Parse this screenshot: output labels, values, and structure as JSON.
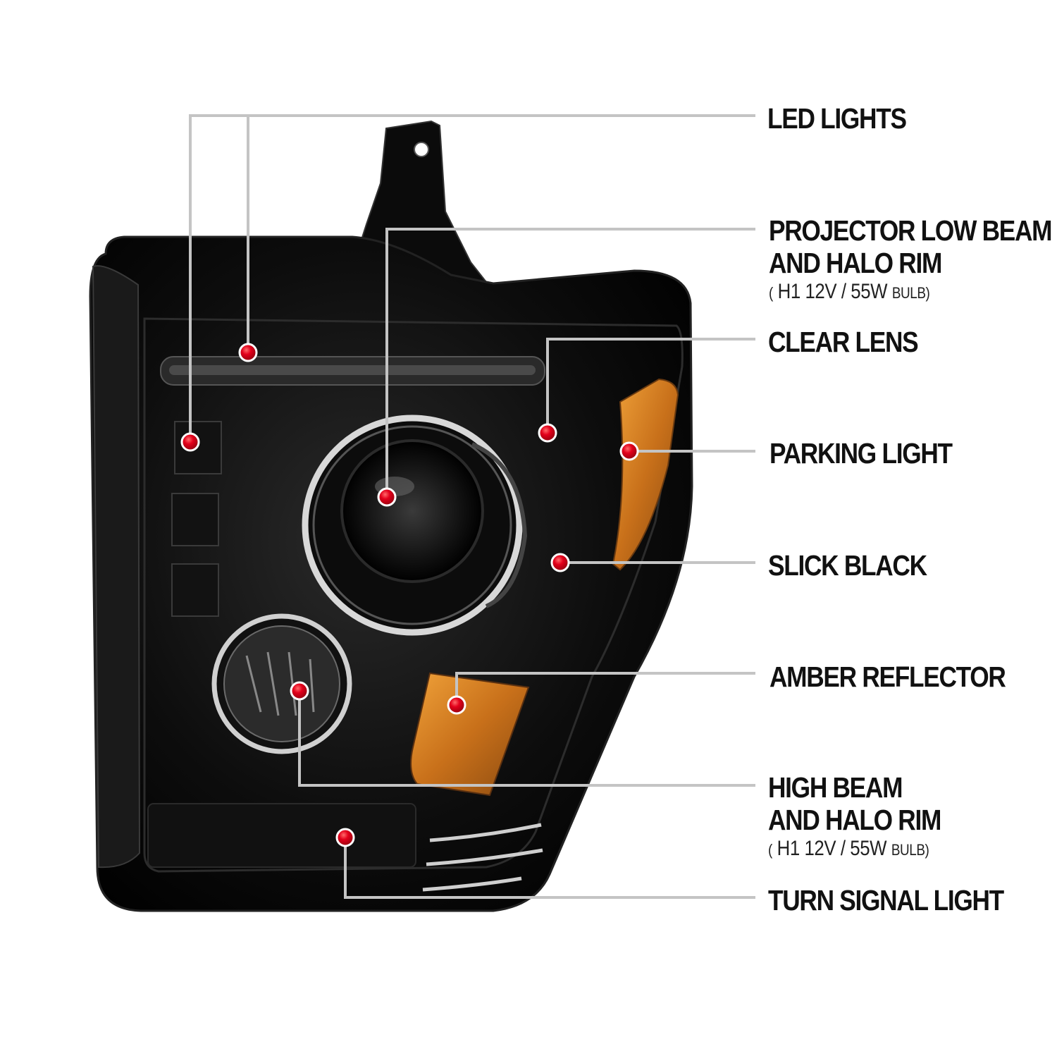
{
  "colors": {
    "leader_line": "#c4c4c4",
    "marker_red": "#e3001b",
    "housing_black": "#0a0a0a",
    "amber": "#d9821c",
    "label_text": "#111111"
  },
  "labels": {
    "led": {
      "line1": "LED LIGHTS"
    },
    "projector": {
      "line1": "PROJECTOR LOW BEAM",
      "line2": "AND HALO RIM",
      "paren_open": "(",
      "spec": "H1  12V / 55W",
      "bulb": "BULB",
      "paren_close": ")"
    },
    "clear": {
      "line1": "CLEAR LENS"
    },
    "parking": {
      "line1": "PARKING LIGHT"
    },
    "slick": {
      "line1": "SLICK BLACK"
    },
    "amber": {
      "line1": "AMBER REFLECTOR"
    },
    "high": {
      "line1": "HIGH BEAM",
      "line2": "AND HALO RIM",
      "paren_open": "(",
      "spec": "H1  12V / 55W",
      "bulb": "BULB",
      "paren_close": ")"
    },
    "turn": {
      "line1": "TURN SIGNAL LIGHT"
    }
  },
  "product_image": {
    "icon": "headlight-assembly-illustration"
  }
}
